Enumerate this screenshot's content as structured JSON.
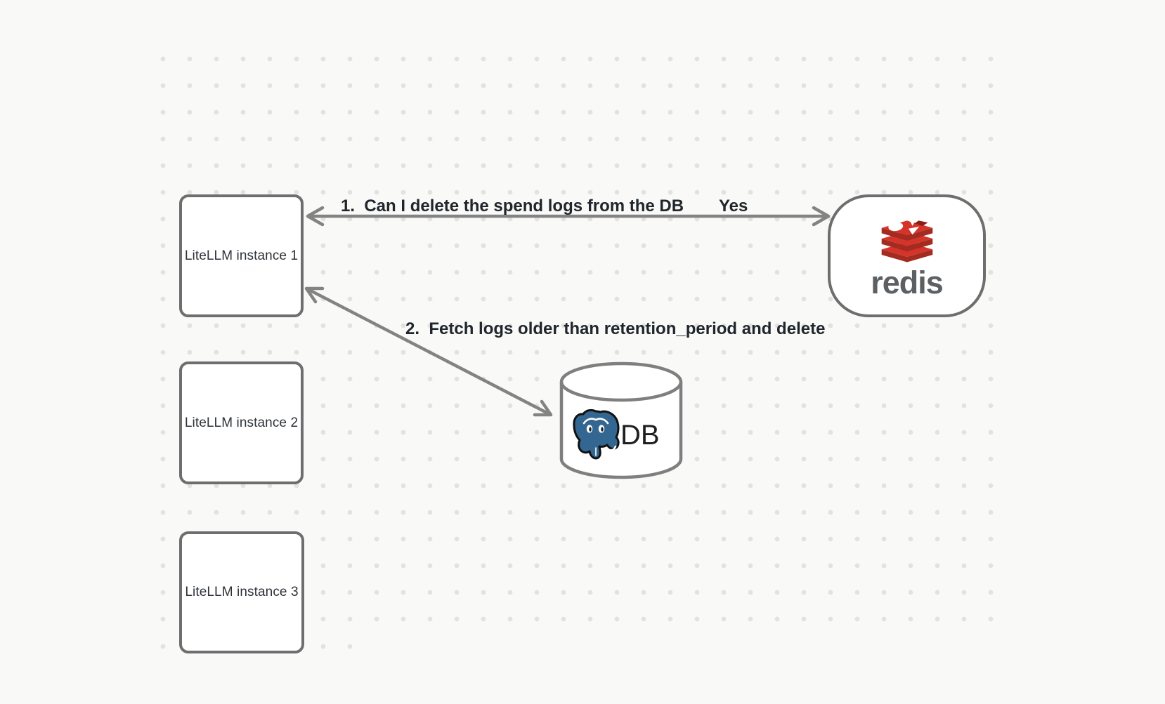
{
  "diagram": {
    "background_color": "#f9f9f8",
    "dot_color": "#e3e2e1",
    "node_stroke_color": "#6e6e6e",
    "arrow_color": "#838383",
    "redis_red": "#d5342b",
    "redis_dark_red": "#a32b1f",
    "postgres_blue": "#336791"
  },
  "nodes": {
    "litellm_instances": [
      {
        "label": "LiteLLM instance 1"
      },
      {
        "label": "LiteLLM instance 2"
      },
      {
        "label": "LiteLLM instance 3"
      }
    ],
    "redis": {
      "wordmark": "redis"
    },
    "database": {
      "label": "DB"
    }
  },
  "edges": {
    "redis_query": {
      "label": "1.  Can I delete the spend logs from the DB",
      "response": "Yes",
      "from": "LiteLLM instance 1",
      "to": "redis",
      "style": "bidirectional-arrow"
    },
    "db_fetch": {
      "label": "2.  Fetch logs older than retention_period and delete",
      "from": "LiteLLM instance 1",
      "to": "DB",
      "style": "bidirectional-arrow"
    }
  }
}
